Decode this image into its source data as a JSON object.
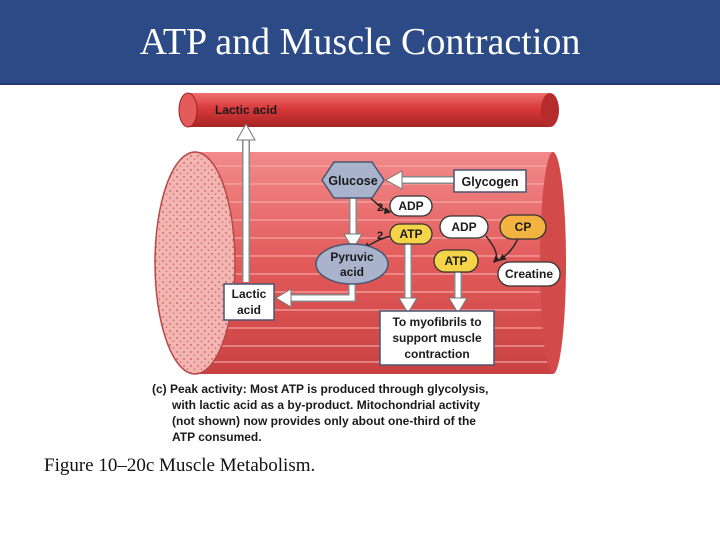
{
  "slide": {
    "title": "ATP and Muscle Contraction",
    "caption": "Figure 10–20c Muscle Metabolism."
  },
  "diagram": {
    "lactic_acid_vessel": "Lactic acid",
    "glucose": "Glucose",
    "glycogen": "Glycogen",
    "adp_count": "2",
    "adp_left": "ADP",
    "atp_count": "2",
    "atp_left": "ATP",
    "pyruvic_line1": "Pyruvic",
    "pyruvic_line2": "acid",
    "lactic_line1": "Lactic",
    "lactic_line2": "acid",
    "adp_right": "ADP",
    "cp": "CP",
    "atp_right": "ATP",
    "creatine": "Creatine",
    "myofibrils_line1": "To myofibrils to",
    "myofibrils_line2": "support muscle",
    "myofibrils_line3": "contraction",
    "panel_caption_lines": [
      "(c) Peak activity: Most ATP is produced through glycolysis,",
      "with lactic acid as a by-product. Mitochondrial activity",
      "(not shown) now provides only about one-third of the",
      "ATP consumed."
    ]
  },
  "colors": {
    "header_bg": "#2b4a86",
    "muscle": "#e05858",
    "vessel": "#d63a3a",
    "glucose_hex": "#a9b4cc",
    "atp_yellow": "#f6d447",
    "cp_orange": "#f3b340"
  }
}
